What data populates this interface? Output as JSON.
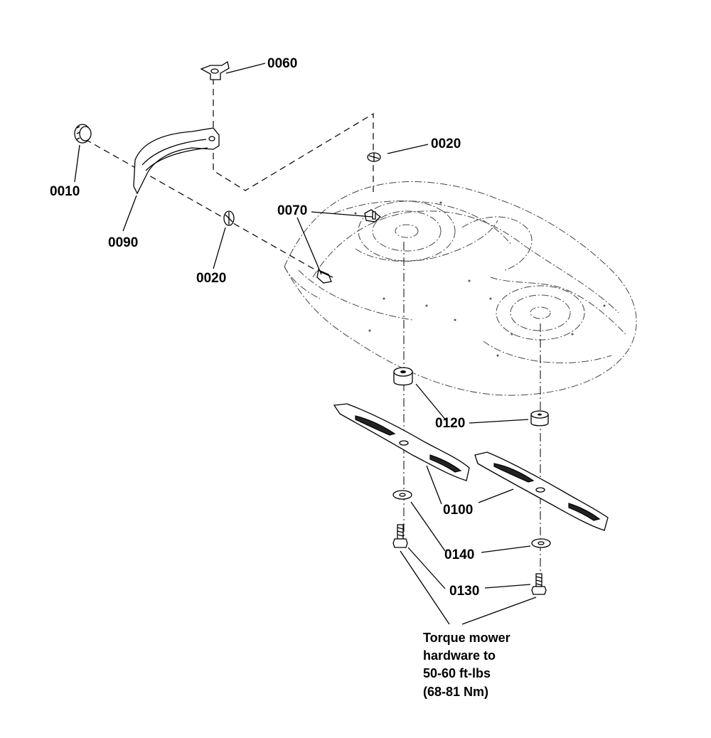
{
  "callouts": {
    "c0060": "0060",
    "c0020_top": "0020",
    "c0010": "0010",
    "c0090": "0090",
    "c0070": "0070",
    "c0020_left": "0020",
    "c0120": "0120",
    "c0100": "0100",
    "c0140": "0140",
    "c0130": "0130"
  },
  "note": {
    "line1": "Torque mower",
    "line2": "hardware to",
    "line3": "50-60 ft-lbs",
    "line4": "(68-81 Nm)"
  }
}
